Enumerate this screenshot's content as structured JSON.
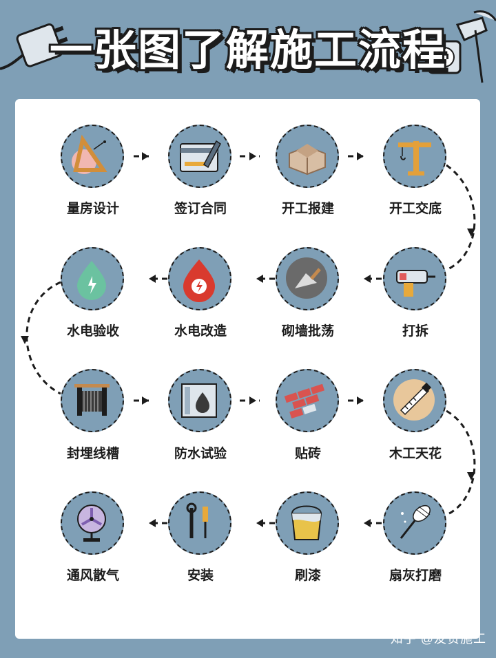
{
  "title": "一张图了解施工流程",
  "watermark": "知乎 @友赞施工",
  "colors": {
    "background": "#7f9fb6",
    "card": "#ffffff",
    "line": "#1c1c1c"
  },
  "steps": [
    {
      "label": "量房设计",
      "icon": "ruler-icon"
    },
    {
      "label": "签订合同",
      "icon": "contract-icon"
    },
    {
      "label": "开工报建",
      "icon": "bricks-icon"
    },
    {
      "label": "开工交底",
      "icon": "crane-icon"
    },
    {
      "label": "打拆",
      "icon": "drill-icon"
    },
    {
      "label": "砌墙批荡",
      "icon": "trowel-icon"
    },
    {
      "label": "水电改造",
      "icon": "water-electric-drop-icon"
    },
    {
      "label": "水电验收",
      "icon": "water-electric-check-icon"
    },
    {
      "label": "封埋线槽",
      "icon": "cable-reel-icon"
    },
    {
      "label": "防水试验",
      "icon": "waterproof-icon"
    },
    {
      "label": "贴砖",
      "icon": "tiles-icon"
    },
    {
      "label": "木工天花",
      "icon": "saw-icon"
    },
    {
      "label": "扇灰打磨",
      "icon": "brush-icon"
    },
    {
      "label": "刷漆",
      "icon": "paint-bucket-icon"
    },
    {
      "label": "安装",
      "icon": "tools-icon"
    },
    {
      "label": "通风散气",
      "icon": "fan-icon"
    }
  ]
}
